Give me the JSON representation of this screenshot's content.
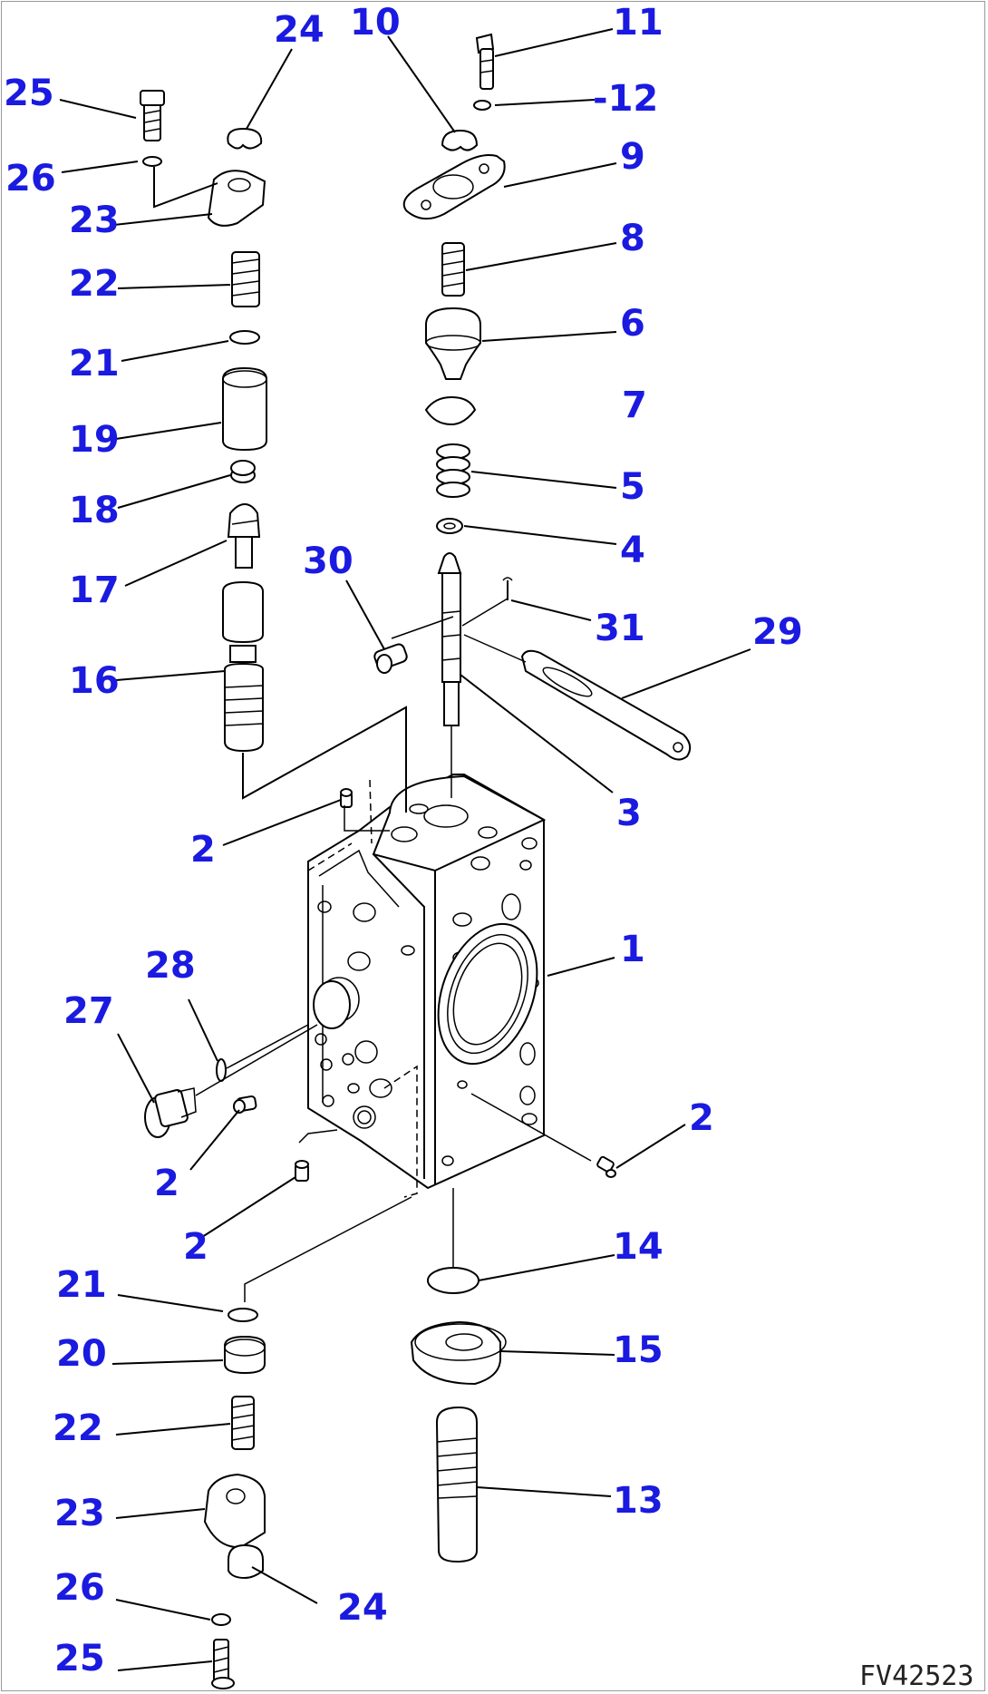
{
  "drawing": {
    "id": "FV42523",
    "label_color": "#1a1ae0",
    "line_color": "#000000"
  },
  "labels": [
    {
      "key": "l25a",
      "text": "25"
    },
    {
      "key": "l26a",
      "text": "26"
    },
    {
      "key": "l24a",
      "text": "24"
    },
    {
      "key": "l23a",
      "text": "23"
    },
    {
      "key": "l22a",
      "text": "22"
    },
    {
      "key": "l21a",
      "text": "21"
    },
    {
      "key": "l19",
      "text": "19"
    },
    {
      "key": "l18",
      "text": "18"
    },
    {
      "key": "l17",
      "text": "17"
    },
    {
      "key": "l16",
      "text": "16"
    },
    {
      "key": "l10",
      "text": "10"
    },
    {
      "key": "l11",
      "text": "11"
    },
    {
      "key": "l12",
      "text": "-12"
    },
    {
      "key": "l9",
      "text": "9"
    },
    {
      "key": "l8",
      "text": "8"
    },
    {
      "key": "l6",
      "text": "6"
    },
    {
      "key": "l7",
      "text": "7"
    },
    {
      "key": "l5",
      "text": "5"
    },
    {
      "key": "l4",
      "text": "4"
    },
    {
      "key": "l30",
      "text": "30"
    },
    {
      "key": "l31",
      "text": "31"
    },
    {
      "key": "l29",
      "text": "29"
    },
    {
      "key": "l3",
      "text": "3"
    },
    {
      "key": "l2a",
      "text": "2"
    },
    {
      "key": "l1",
      "text": "1"
    },
    {
      "key": "l28",
      "text": "28"
    },
    {
      "key": "l27",
      "text": "27"
    },
    {
      "key": "l2b",
      "text": "2"
    },
    {
      "key": "l2c",
      "text": "2"
    },
    {
      "key": "l2d",
      "text": "2"
    },
    {
      "key": "l14",
      "text": "14"
    },
    {
      "key": "l15",
      "text": "15"
    },
    {
      "key": "l13",
      "text": "13"
    },
    {
      "key": "l21b",
      "text": "21"
    },
    {
      "key": "l20",
      "text": "20"
    },
    {
      "key": "l22b",
      "text": "22"
    },
    {
      "key": "l23b",
      "text": "23"
    },
    {
      "key": "l24b",
      "text": "24"
    },
    {
      "key": "l26b",
      "text": "26"
    },
    {
      "key": "l25b",
      "text": "25"
    }
  ]
}
